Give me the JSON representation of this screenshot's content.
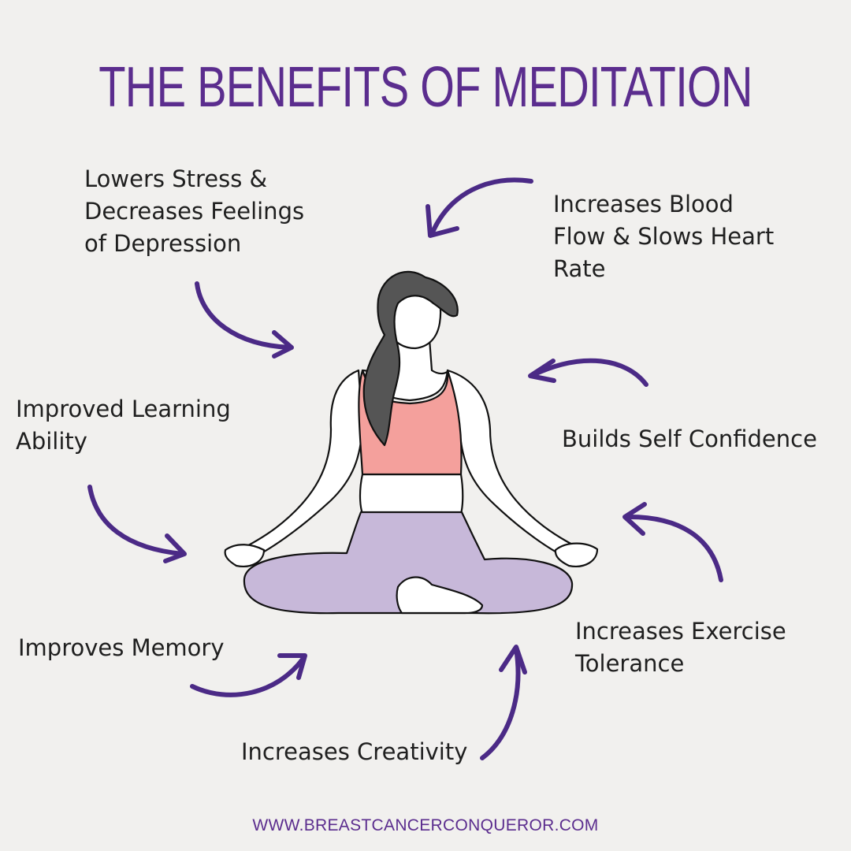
{
  "title": "THE BENEFITS OF MEDITATION",
  "benefits": {
    "stress": [
      "Lowers Stress &",
      "Decreases Feelings",
      "of Depression"
    ],
    "blood": [
      "Increases Blood",
      "Flow & Slows Heart",
      "Rate"
    ],
    "learning": [
      "Improved Learning",
      "Ability"
    ],
    "confidence": [
      "Builds Self Confidence"
    ],
    "memory": [
      "Improves Memory"
    ],
    "exercise": [
      "Increases Exercise",
      "Tolerance"
    ],
    "creativity": [
      "Increases Creativity"
    ]
  },
  "footer": "WWW.BREASTCANCERCONQUEROR.COM",
  "colors": {
    "background": "#f1f0ee",
    "accent": "#5b2d8e",
    "arrow": "#4b2a86",
    "top": "#f4a09c",
    "pants": "#c7b8d9",
    "hair": "#555555"
  }
}
